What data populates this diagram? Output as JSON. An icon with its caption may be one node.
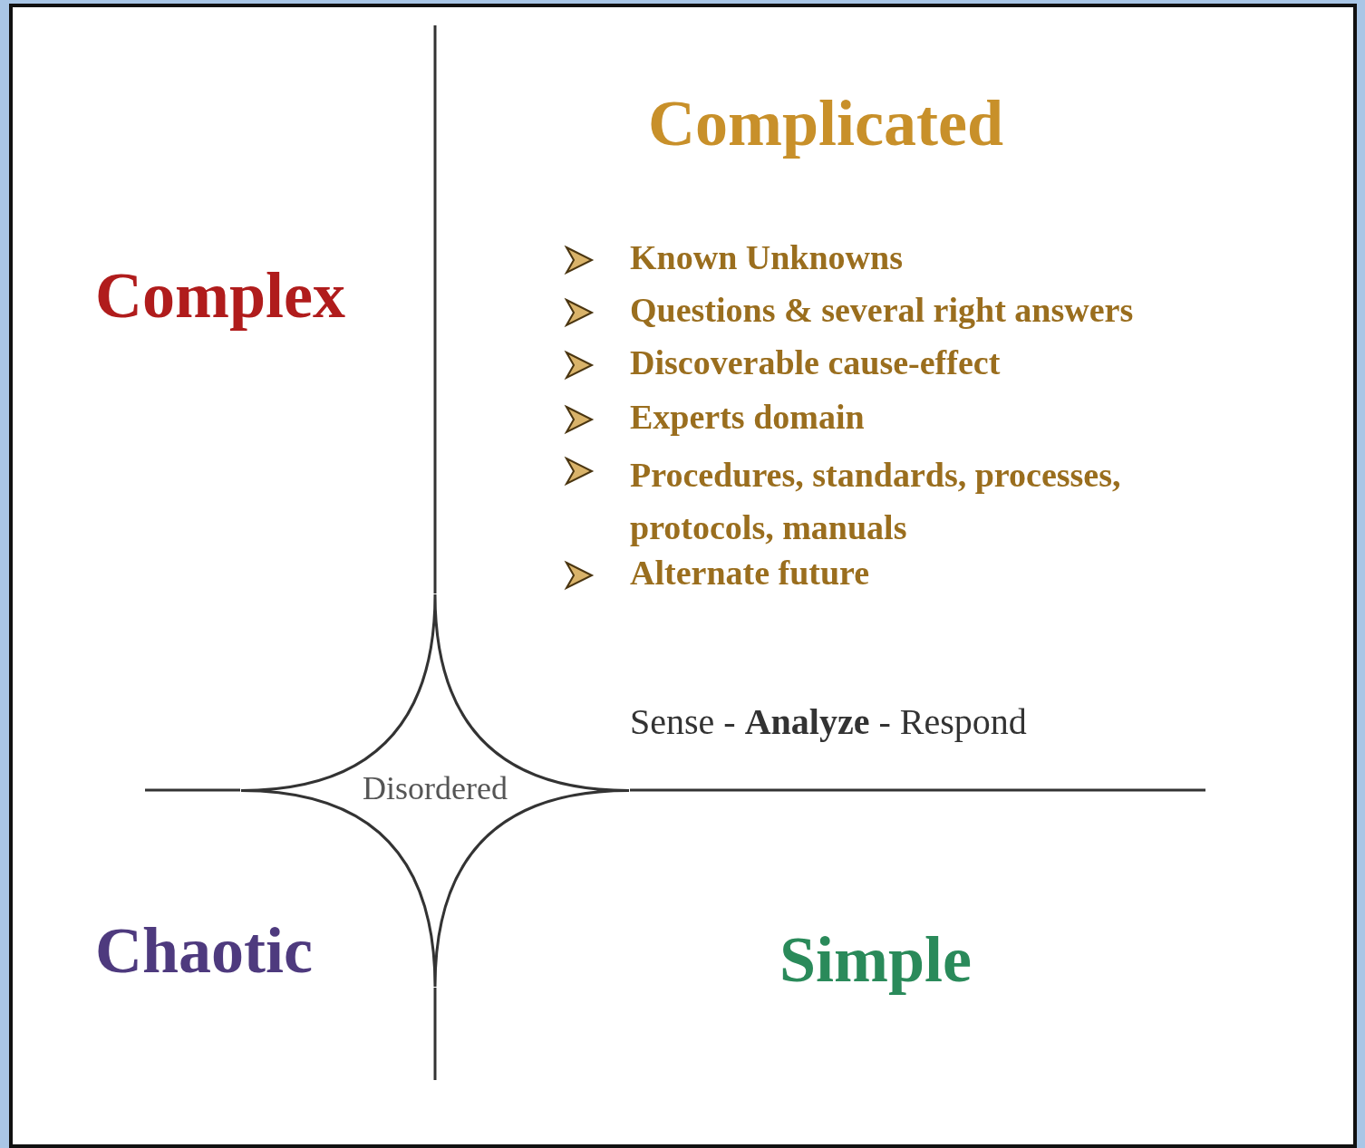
{
  "diagram": {
    "nodes": [
      {
        "text": [
          "Disordered"
        ]
      }
    ],
    "labels": [
      "Complicated",
      "Complex",
      "Known Unknowns",
      "Questions & several right answers",
      "Discoverable cause-effect",
      "Experts domain",
      "Procedures, standards, processes, protocols, manuals",
      "Alternate future",
      "Sense - **Analyze** - Respond",
      "Chaotic",
      "Simple"
    ]
  }
}
